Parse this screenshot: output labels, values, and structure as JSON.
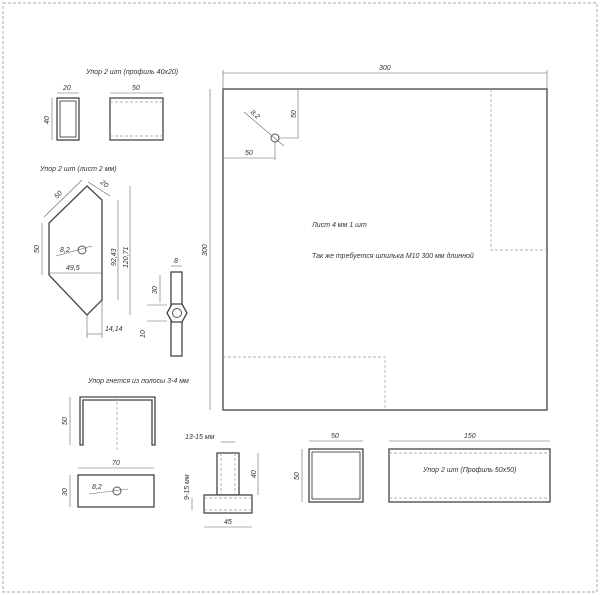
{
  "titles": {
    "profile_40x20": "Упор 2 шт (профиль 40x20)",
    "hex_plate": "Упор 2 шт (лист 2 мм)",
    "u_bracket": "Упор гнется из полосы 3-4 мм",
    "profile_50x50": "Упор 2 шт (Профиль 50x50)",
    "sheet": "Лист 4 мм 1 шт",
    "stud_note": "Так же требуется шпилька М10  300 мм длинной"
  },
  "dims": {
    "p40_w": "20",
    "p40_h": "40",
    "p40_len": "50",
    "hex_side": "50",
    "hex_top": "20",
    "hex_left": "50",
    "hex_hole": "8,2",
    "hex_width": "49,5",
    "hex_inner": "92,43",
    "hex_outer": "120,71",
    "hex_bottom": "14,14",
    "rod_w": "8",
    "rod_30": "30",
    "rod_nut": "10",
    "sheet_w": "300",
    "sheet_h": "300",
    "sheet_hole": "8,2",
    "sheet_hole_x": "50",
    "sheet_hole_y": "50",
    "u_h": "50",
    "u_w": "70",
    "u_plate_h": "30",
    "u_hole": "8,2",
    "t_top": "13-15 мм",
    "t_base_h": "9-15 мм",
    "t_h": "40",
    "t_w": "45",
    "sq_w": "50",
    "sq_h": "50",
    "long_w": "150"
  }
}
